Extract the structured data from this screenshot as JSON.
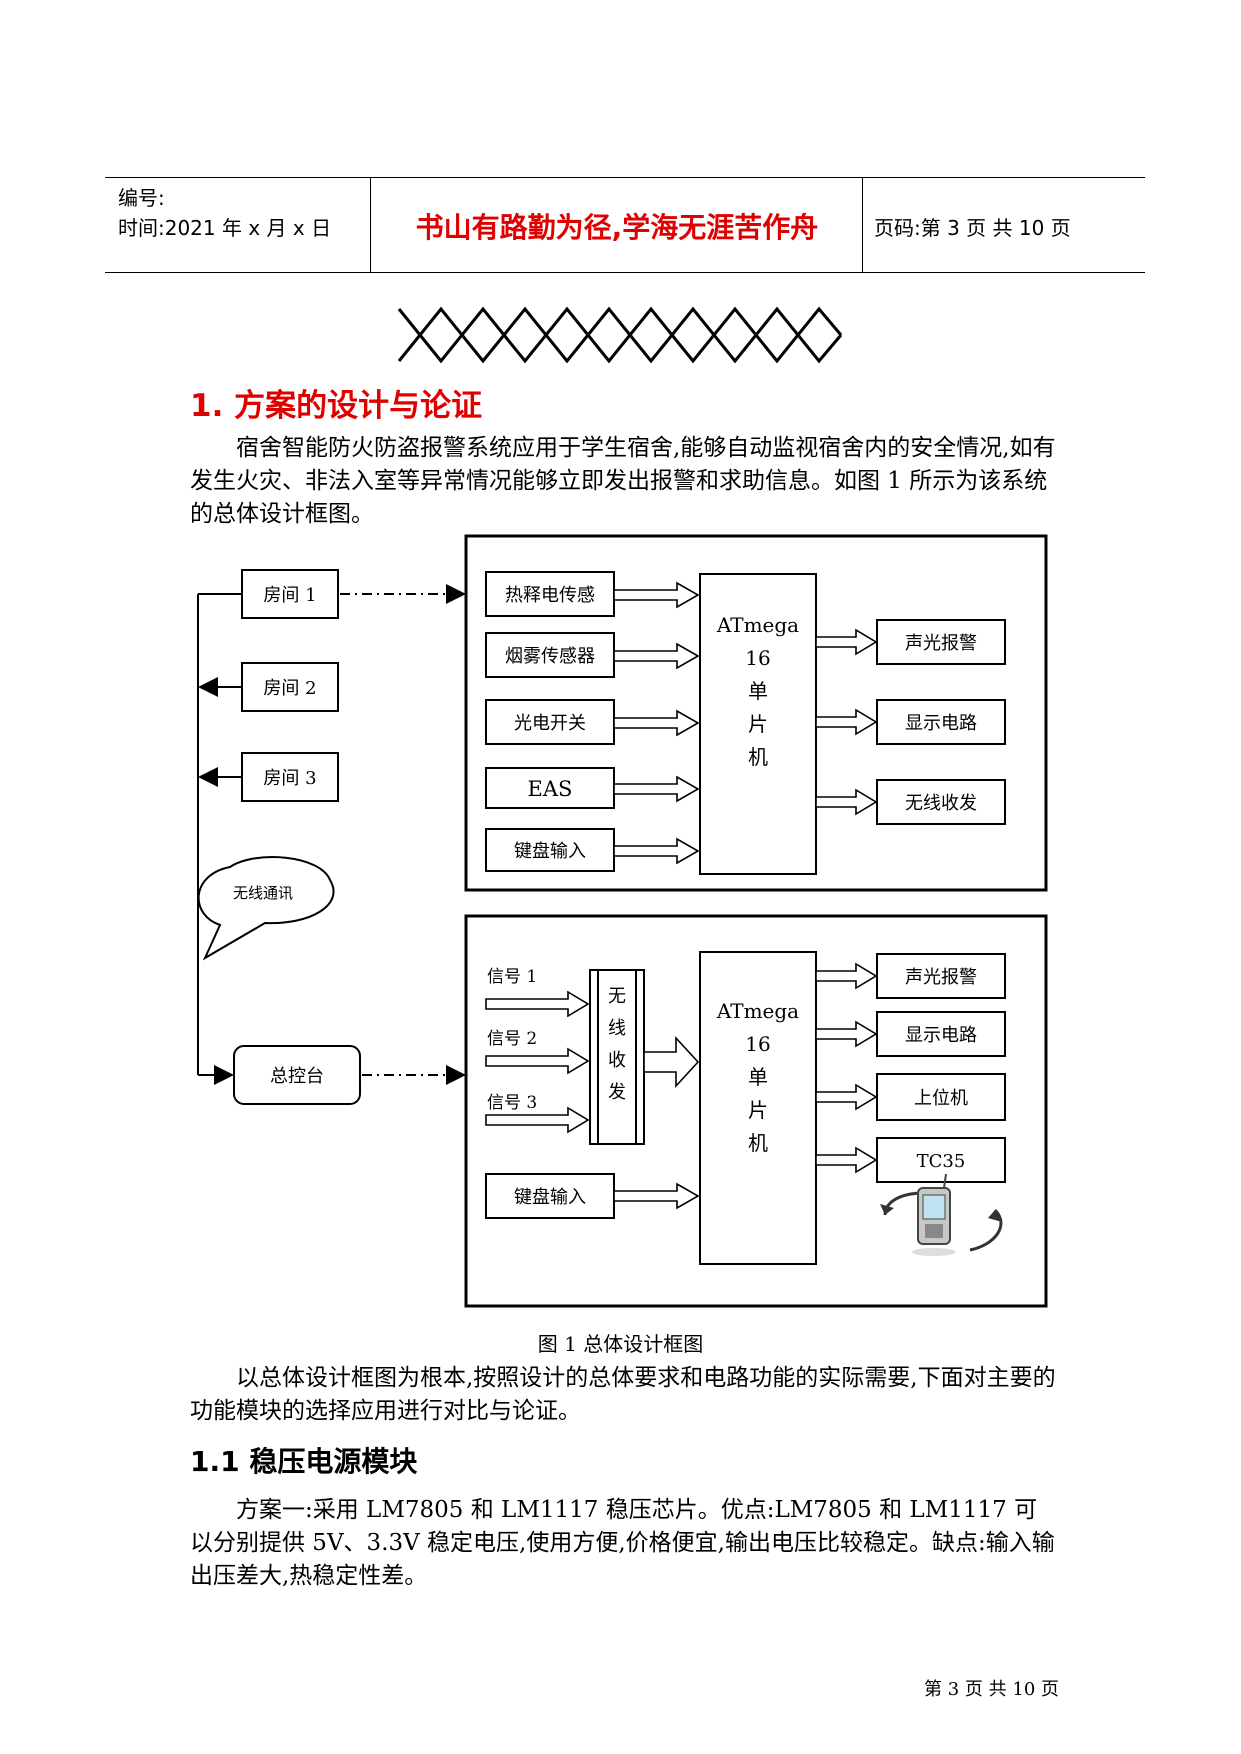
{
  "header": {
    "number_label": "编号:",
    "time_label": "时间:2021 年 x 月 x 日",
    "motto": "书山有路勤为径,学海无涯苦作舟",
    "page_info": "页码:第 3 页  共 10 页"
  },
  "section": {
    "title": "1. 方案的设计与论证",
    "para1": "宿舍智能防火防盗报警系统应用于学生宿舍,能够自动监视宿舍内的安全情况,如有发生火灾、非法入室等异常情况能够立即发出报警和求助信息。如图 1 所示为该系统的总体设计框图。"
  },
  "diagram": {
    "rooms": [
      "房间 1",
      "房间 2",
      "房间 3"
    ],
    "wireless_bubble": "无线通讯",
    "console": "总控台",
    "top_block": {
      "inputs": [
        "热释电传感",
        "烟雾传感器",
        "光电开关",
        "EAS",
        "键盘输入"
      ],
      "mcu": [
        "ATmega",
        "16",
        "单",
        "片",
        "机"
      ],
      "outputs": [
        "声光报警",
        "显示电路",
        "无线收发"
      ]
    },
    "bottom_block": {
      "signals": [
        "信号 1",
        "信号 2",
        "信号 3"
      ],
      "transceiver": [
        "无",
        "线",
        "收",
        "发"
      ],
      "keyboard": "键盘输入",
      "mcu": [
        "ATmega",
        "16",
        "单",
        "片",
        "机"
      ],
      "outputs": [
        "声光报警",
        "显示电路",
        "上位机",
        "TC35"
      ]
    }
  },
  "figure_caption": "图 1  总体设计框图",
  "para2": "以总体设计框图为根本,按照设计的总体要求和电路功能的实际需要,下面对主要的功能模块的选择应用进行对比与论证。",
  "subsection": {
    "title": "1.1 稳压电源模块",
    "para": "方案一:采用 LM7805 和 LM1117 稳压芯片。优点:LM7805 和 LM1117 可以分别提供 5V、3.3V 稳定电压,使用方便,价格便宜,输出电压比较稳定。缺点:输入输出压差大,热稳定性差。"
  },
  "footer": "第 3 页 共 10 页"
}
